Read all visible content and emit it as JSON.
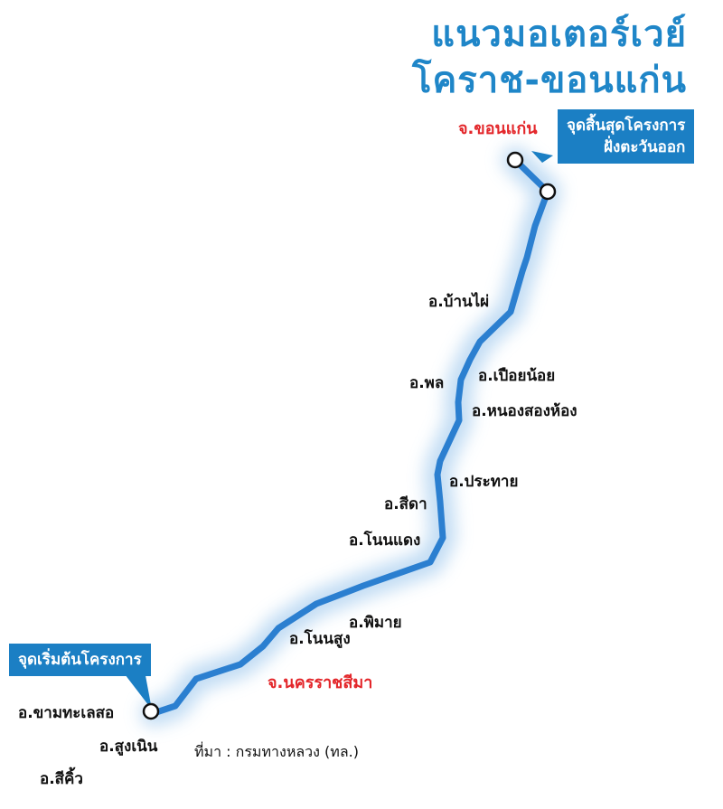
{
  "title": {
    "line1": "แนวมอเตอร์เวย์",
    "line2": "โคราช-ขอนแก่น"
  },
  "callouts": {
    "end": {
      "line1": "จุดสิ้นสุดโครงการ",
      "line2": "ฝั่งตะวันออก"
    },
    "start": "จุดเริ่มต้นโครงการ"
  },
  "provinces": {
    "khon_kaen": "จ.ขอนแก่น",
    "nakhon_ratchasima": "จ.นครราชสีมา"
  },
  "districts": {
    "ban_phai": "อ.บ้านไผ่",
    "phon": "อ.พล",
    "pueai_noi": "อ.เปือยน้อย",
    "nong_song_hong": "อ.หนองสองห้อง",
    "prathai": "อ.ประทาย",
    "sida": "อ.สีดา",
    "non_daeng": "อ.โนนแดง",
    "phimai": "อ.พิมาย",
    "non_sung": "อ.โนนสูง",
    "kham_thale_so": "อ.ขามทะเลสอ",
    "sung_noen": "อ.สูงเนิน",
    "sikhio": "อ.สีคิ้ว"
  },
  "source": "ที่มา : กรมทางหลวง (ทล.)",
  "colors": {
    "title": "#1f86c8",
    "route": "#2b7fd0",
    "route_glow": "#bcd9f3",
    "callout_bg": "#1b7fc4",
    "province": "#e3262a"
  }
}
